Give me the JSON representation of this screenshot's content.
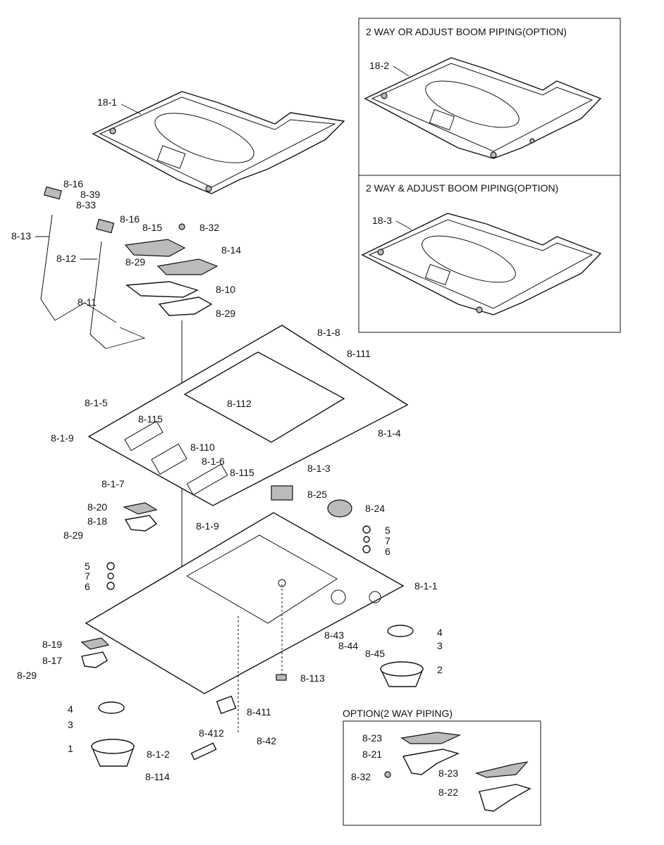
{
  "option_boxes": {
    "two_way_or_adjust": "2 WAY OR ADJUST BOOM PIPING(OPTION)",
    "two_way_and_adjust": "2 WAY & ADJUST BOOM PIPING(OPTION)",
    "two_way_piping": "OPTION(2 WAY PIPING)"
  },
  "labels": {
    "l18_1": "18-1",
    "l18_2": "18-2",
    "l18_3": "18-3",
    "l8_16a": "8-16",
    "l8_39": "8-39",
    "l8_33": "8-33",
    "l8_16b": "8-16",
    "l8_13": "8-13",
    "l8_12": "8-12",
    "l8_15": "8-15",
    "l8_32": "8-32",
    "l8_14": "8-14",
    "l8_29a": "8-29",
    "l8_11": "8-11",
    "l8_10": "8-10",
    "l8_29b": "8-29",
    "l8_1_8": "8-1-8",
    "l8_111": "8-111",
    "l8_1_5": "8-1-5",
    "l8_112": "8-112",
    "l8_115a": "8-115",
    "l8_1_9a": "8-1-9",
    "l8_1_4": "8-1-4",
    "l8_110": "8-110",
    "l8_1_6": "8-1-6",
    "l8_1_3": "8-1-3",
    "l8_1_7": "8-1-7",
    "l8_115b": "8-115",
    "l8_1_9b": "8-1-9",
    "l8_25": "8-25",
    "l8_24": "8-24",
    "l8_20": "8-20",
    "l8_18": "8-18",
    "l8_29c": "8-29",
    "l5a": "5",
    "l7a": "7",
    "l6a": "6",
    "l5b": "5",
    "l7b": "7",
    "l6b": "6",
    "l8_1_1": "8-1-1",
    "l4a": "4",
    "l3a": "3",
    "l2": "2",
    "l8_19": "8-19",
    "l8_17": "8-17",
    "l8_29d": "8-29",
    "l8_43": "8-43",
    "l8_44": "8-44",
    "l8_45": "8-45",
    "l8_113": "8-113",
    "l4b": "4",
    "l3b": "3",
    "l1": "1",
    "l8_411": "8-411",
    "l8_412": "8-412",
    "l8_42": "8-42",
    "l8_1_2": "8-1-2",
    "l8_114": "8-114",
    "l8_23a": "8-23",
    "l8_21": "8-21",
    "l8_32b": "8-32",
    "l8_23b": "8-23",
    "l8_22": "8-22"
  }
}
